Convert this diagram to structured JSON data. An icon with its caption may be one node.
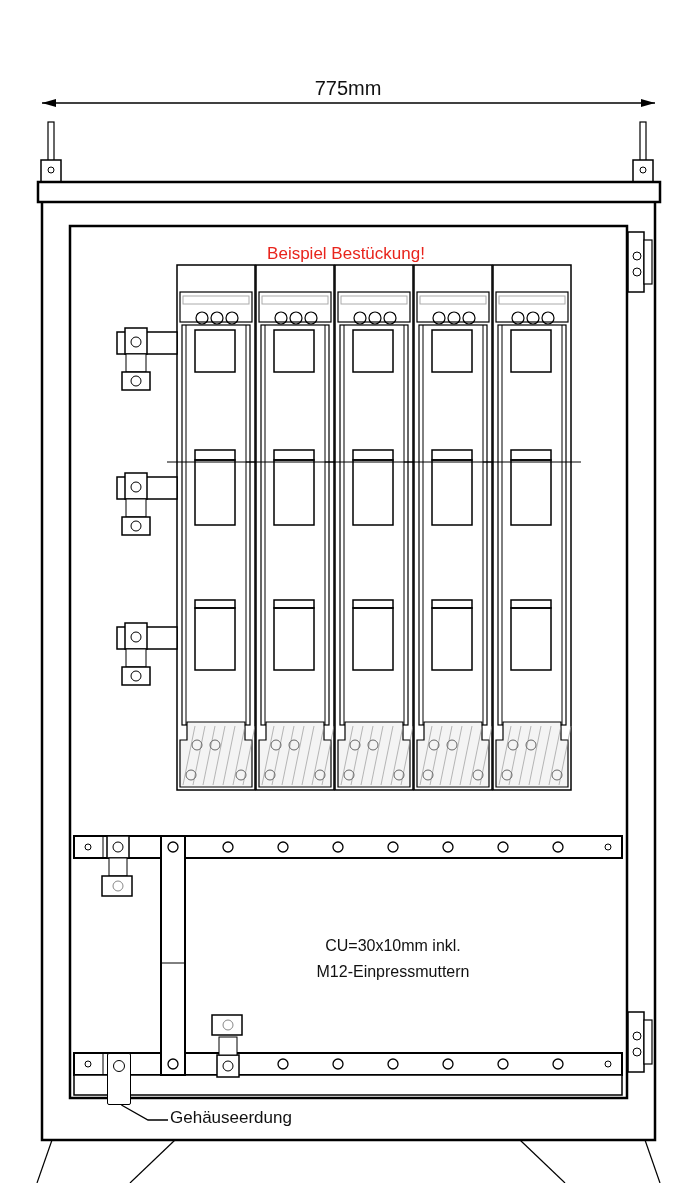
{
  "diagram": {
    "nodes": [
      {
        "text": [
          "Gehäuseerdung"
        ]
      },
      {
        "text": [],
        "shape": "bar"
      }
    ],
    "edges": [
      {
        "from": 0,
        "to": 1,
        "arrow": "none"
      }
    ],
    "labels": [
      "775mm",
      "Beispiel Bestückung!",
      "CU=30x10mm inkl. M12-Einpressmuttern"
    ]
  }
}
